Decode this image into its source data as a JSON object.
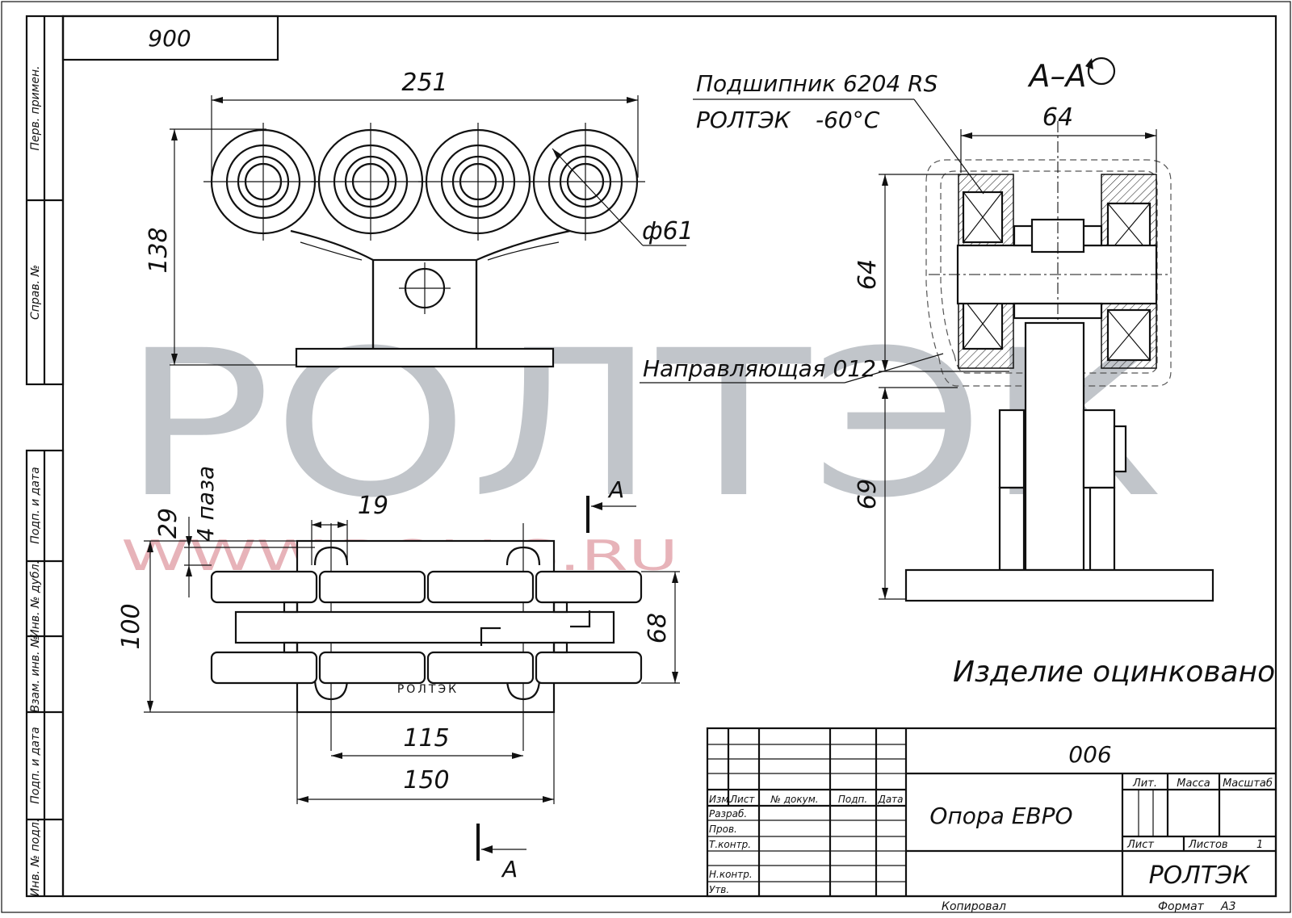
{
  "sheet": {
    "top_box": "900",
    "sidebar_labels": [
      "Перв. примен.",
      "Справ. №",
      "Подп. и дата",
      "Инв. № дубл.",
      "Взам. инв. №",
      "Подп. и дата",
      "Инв. № подл."
    ]
  },
  "front_view": {
    "dim_width": "251",
    "dim_height": "138",
    "dim_diameter": "ф61"
  },
  "section_view": {
    "title": "А–А",
    "dim_width": "64",
    "dim_height_top": "64",
    "dim_height_bottom": "69",
    "bearing_label": "Подшипник 6204 RS",
    "bearing_spec_brand": "РОЛТЭК",
    "bearing_spec_temp": "-60°С",
    "guide_label": "Направляющая 012"
  },
  "plan_view": {
    "dim_19": "19",
    "dim_29": "29",
    "dim_slots": "4 паза",
    "dim_100": "100",
    "dim_68": "68",
    "dim_115": "115",
    "dim_150": "150",
    "stamp": "РОЛТЭК",
    "section_mark": "А"
  },
  "note": "Изделие оцинковано",
  "watermark": {
    "brand": "РОЛТЭК",
    "site": "WWW.ROLLS.RU"
  },
  "title_block": {
    "doc_number": "006",
    "product_name": "Опора ЕВРО",
    "col_izm": "Изм.",
    "col_list": "Лист",
    "col_doc": "№ докум.",
    "col_sign": "Подп.",
    "col_date": "Дата",
    "row_razrab": "Разраб.",
    "row_prov": "Пров.",
    "row_tkontr": "Т.контр.",
    "row_nkontr": "Н.контр.",
    "row_utv": "Утв.",
    "lit": "Лит.",
    "mass": "Масса",
    "scale": "Масштаб",
    "sheet": "Лист",
    "sheets": "Листов",
    "sheets_count": "1",
    "company": "РОЛТЭК",
    "copied": "Копировал",
    "format_label": "Формат",
    "format_value": "А3"
  }
}
